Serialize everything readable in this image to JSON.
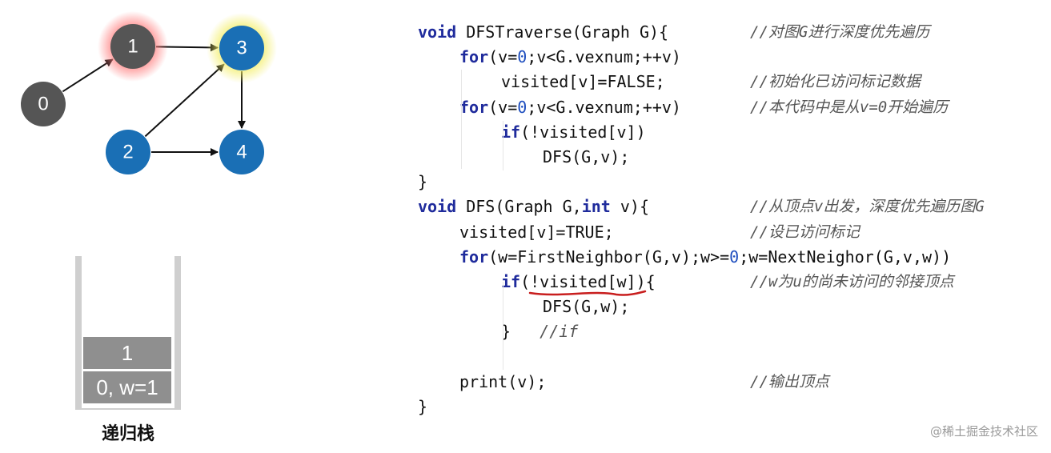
{
  "graph": {
    "nodes": [
      {
        "id": "0",
        "label": "0",
        "color": "#555555",
        "glow": ""
      },
      {
        "id": "1",
        "label": "1",
        "color": "#555555",
        "glow": "#ff8a8a"
      },
      {
        "id": "2",
        "label": "2",
        "color": "#1a6fb5",
        "glow": ""
      },
      {
        "id": "3",
        "label": "3",
        "color": "#1a6fb5",
        "glow": "#f5f07a"
      },
      {
        "id": "4",
        "label": "4",
        "color": "#1a6fb5",
        "glow": ""
      }
    ],
    "edges": [
      {
        "from": "0",
        "to": "1"
      },
      {
        "from": "1",
        "to": "3"
      },
      {
        "from": "2",
        "to": "3"
      },
      {
        "from": "2",
        "to": "4"
      },
      {
        "from": "3",
        "to": "4"
      }
    ]
  },
  "stack": {
    "frames": [
      "1",
      "0, w=1"
    ],
    "caption": "递归栈"
  },
  "code": {
    "lines": [
      {
        "indent": 0,
        "parts": [
          [
            "kw",
            "void"
          ],
          [
            "",
            " DFSTraverse(Graph G){"
          ]
        ],
        "comment": "//对图G进行深度优先遍历"
      },
      {
        "indent": 1,
        "parts": [
          [
            "kw",
            "for"
          ],
          [
            "",
            "(v="
          ],
          [
            "num",
            "0"
          ],
          [
            "",
            ";v<G.vexnum;++v)"
          ]
        ],
        "comment": ""
      },
      {
        "indent": 2,
        "parts": [
          [
            "",
            "visited[v]=FALSE;"
          ]
        ],
        "comment": "//初始化已访问标记数据"
      },
      {
        "indent": 1,
        "parts": [
          [
            "kw",
            "for"
          ],
          [
            "",
            "(v="
          ],
          [
            "num",
            "0"
          ],
          [
            "",
            ";v<G.vexnum;++v)"
          ]
        ],
        "comment": "//本代码中是从v=0开始遍历"
      },
      {
        "indent": 2,
        "parts": [
          [
            "kw",
            "if"
          ],
          [
            "",
            "(!visited[v])"
          ]
        ],
        "comment": ""
      },
      {
        "indent": 3,
        "parts": [
          [
            "",
            "DFS(G,v);"
          ]
        ],
        "comment": ""
      },
      {
        "indent": 0,
        "parts": [
          [
            "",
            "}"
          ]
        ],
        "comment": ""
      },
      {
        "indent": 0,
        "parts": [
          [
            "kw",
            "void"
          ],
          [
            "",
            " DFS(Graph G,"
          ],
          [
            "kw",
            "int"
          ],
          [
            "",
            " v){"
          ]
        ],
        "comment": "//从顶点v出发，深度优先遍历图G"
      },
      {
        "indent": 1,
        "parts": [
          [
            "",
            "visited[v]=TRUE;"
          ]
        ],
        "comment": "//设已访问标记"
      },
      {
        "indent": 1,
        "parts": [
          [
            "kw",
            "for"
          ],
          [
            "",
            "(w=FirstNeighbor(G,v);w>="
          ],
          [
            "num",
            "0"
          ],
          [
            "",
            ";w=NextNeighor(G,v,w))"
          ]
        ],
        "comment": ""
      },
      {
        "indent": 2,
        "parts": [
          [
            "kw",
            "if"
          ],
          [
            "",
            "(!visited[w]){"
          ]
        ],
        "comment": "//w为u的尚未访问的邻接顶点"
      },
      {
        "indent": 3,
        "parts": [
          [
            "",
            "DFS(G,w);"
          ]
        ],
        "comment": ""
      },
      {
        "indent": 2,
        "parts": [
          [
            "",
            "}   "
          ],
          [
            "cmt",
            "//if"
          ]
        ],
        "comment": ""
      },
      {
        "indent": 0,
        "parts": [
          [
            "",
            ""
          ]
        ],
        "comment": ""
      },
      {
        "indent": 1,
        "parts": [
          [
            "",
            "print(v);"
          ]
        ],
        "comment": "//输出顶点"
      },
      {
        "indent": 0,
        "parts": [
          [
            "",
            "}"
          ]
        ],
        "comment": ""
      }
    ]
  },
  "watermark": "@稀土掘金技术社区"
}
